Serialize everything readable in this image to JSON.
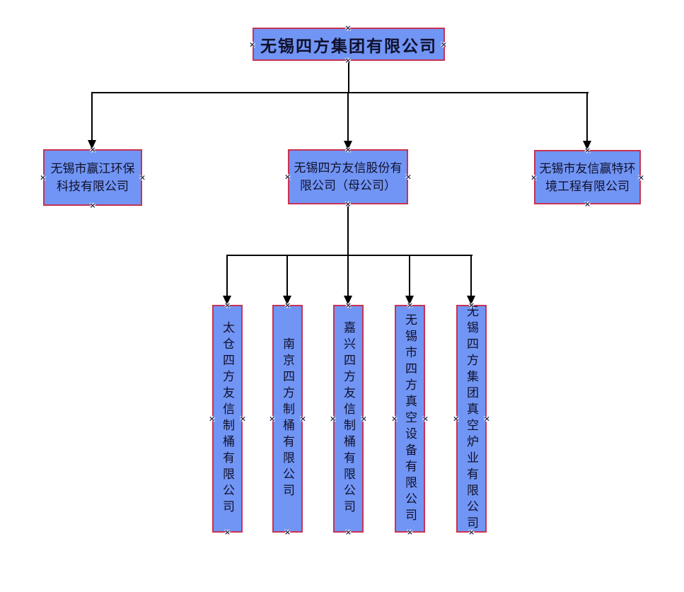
{
  "org_chart": {
    "root": {
      "label": "无锡四方集团有限公司"
    },
    "level2": [
      {
        "lines": [
          "无锡市赢江环保",
          "科技有限公司"
        ]
      },
      {
        "lines": [
          "无锡四方友信股份有",
          "限公司（母公司）"
        ]
      },
      {
        "lines": [
          "无锡市友信赢特环",
          "境工程有限公司"
        ]
      }
    ],
    "level3": [
      {
        "label": "太仓四方友信制桶有限公司"
      },
      {
        "label": "南京四方制桶有限公司"
      },
      {
        "label": "嘉兴四方友信制桶有限公司"
      },
      {
        "label": "无锡市四方真空设备有限公司"
      },
      {
        "label": "无锡四方集团真空炉业有限公司"
      }
    ],
    "colors": {
      "box_fill": "#7195f4",
      "box_border": "#c73352",
      "connector": "#000000",
      "label_text": "#10102c"
    }
  }
}
